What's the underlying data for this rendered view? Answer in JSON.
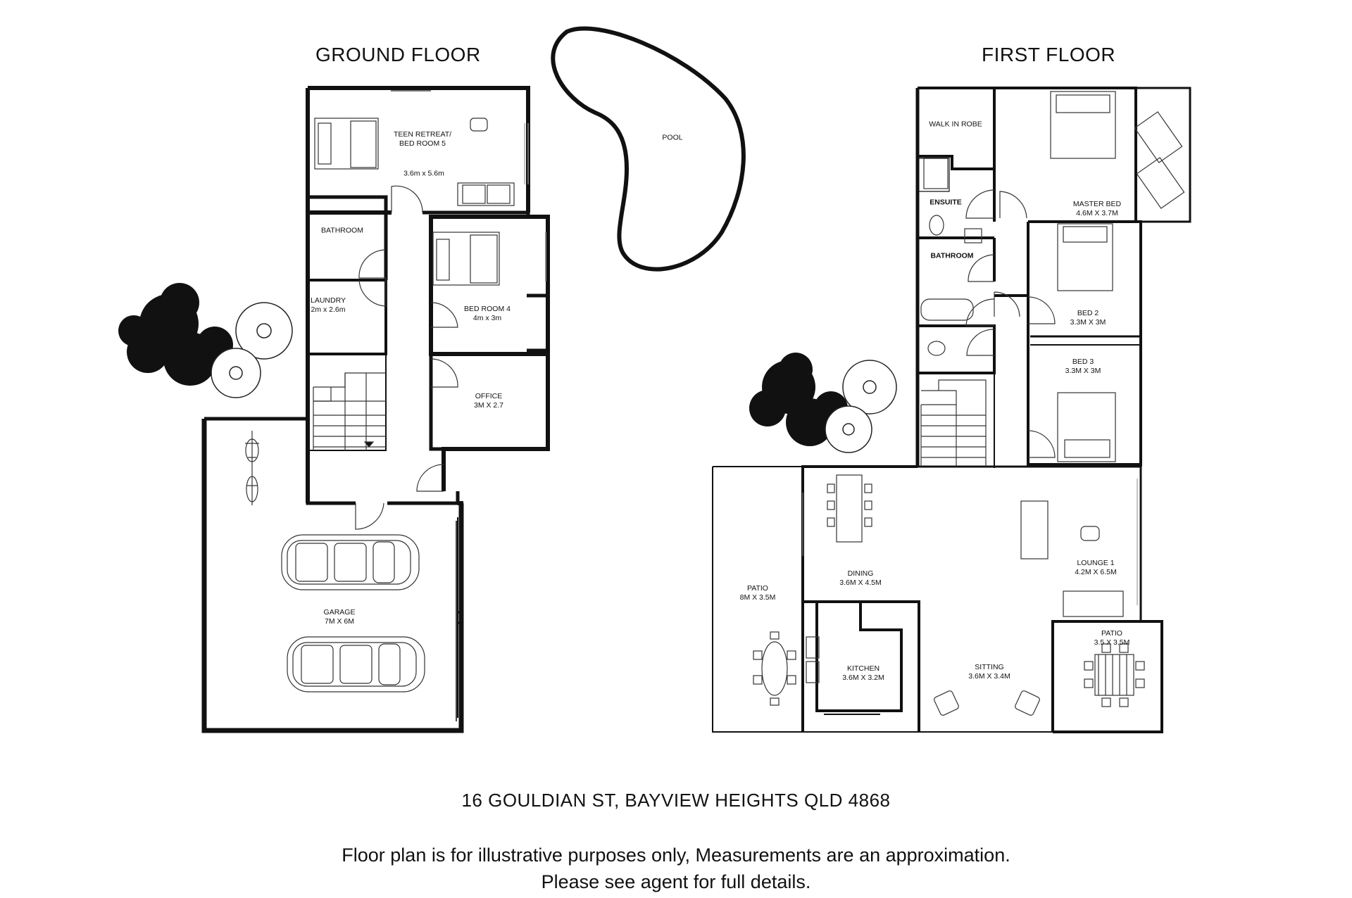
{
  "titles": {
    "ground_floor": "GROUND FLOOR",
    "first_floor": "FIRST FLOOR"
  },
  "pool_label": "POOL",
  "ground_rooms": {
    "teen_retreat": {
      "name": "TEEN RETREAT/",
      "name2": "BED ROOM 5",
      "size": "3.6m x 5.6m"
    },
    "bathroom": {
      "name": "BATHROOM"
    },
    "laundry": {
      "name": "LAUNDRY",
      "size": "2m x 2.6m"
    },
    "bed4": {
      "name": "BED ROOM 4",
      "size": "4m x 3m"
    },
    "office": {
      "name": "OFFICE",
      "size": "3M X 2.7"
    },
    "garage": {
      "name": "GARAGE",
      "size": "7M X 6M"
    }
  },
  "first_rooms": {
    "walk_in_robe": {
      "name": "WALK IN ROBE"
    },
    "ensuite": {
      "name": "ENSUITE"
    },
    "bathroom": {
      "name": "BATHROOM"
    },
    "master_bed": {
      "name": "MASTER BED",
      "size": "4.6M X 3.7M"
    },
    "bed2": {
      "name": "BED 2",
      "size": "3.3M X 3M"
    },
    "bed3": {
      "name": "BED 3",
      "size": "3.3M X 3M"
    },
    "patio_left": {
      "name": "PATIO",
      "size": "8M X 3.5M"
    },
    "dining": {
      "name": "DINING",
      "size": "3.6M X 4.5M"
    },
    "kitchen": {
      "name": "KITCHEN",
      "size": "3.6M X 3.2M"
    },
    "sitting": {
      "name": "SITTING",
      "size": "3.6M X 3.4M"
    },
    "lounge": {
      "name": "LOUNGE 1",
      "size": "4.2M X 6.5M"
    },
    "patio_right": {
      "name": "PATIO",
      "size": "3.5 X 3.5M"
    }
  },
  "footer": {
    "address": "16 GOULDIAN ST, BAYVIEW HEIGHTS QLD 4868",
    "disclaimer_line1": "Floor plan is for illustrative purposes only, Measurements are an approximation.",
    "disclaimer_line2": "Please see agent for full details."
  }
}
